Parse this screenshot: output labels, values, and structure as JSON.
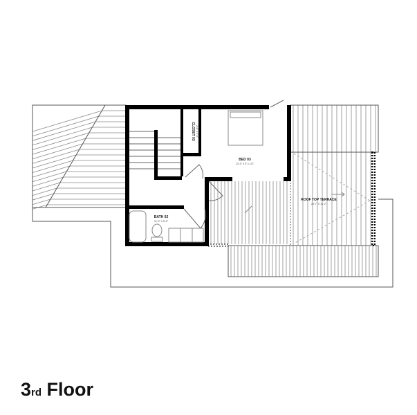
{
  "title": {
    "number": "3",
    "suffix": "rd",
    "word": "Floor"
  },
  "rooms": [
    {
      "id": "bed",
      "name": "BED 03",
      "dims": "13'-0\" X 9'-1 1/2\""
    },
    {
      "id": "closet",
      "name": "CLOSET 03",
      "dims": "2'-6\" X 4'-0\""
    },
    {
      "id": "bath",
      "name": "BATH 02",
      "dims": "11'-0\" X 5'-0\""
    },
    {
      "id": "terrace",
      "name": "ROOF TOP TERRACE",
      "dims": "24'-7\" X 14'-2\""
    }
  ],
  "colors": {
    "wall": "#000000",
    "line": "#555555",
    "hatch": "#888888"
  }
}
